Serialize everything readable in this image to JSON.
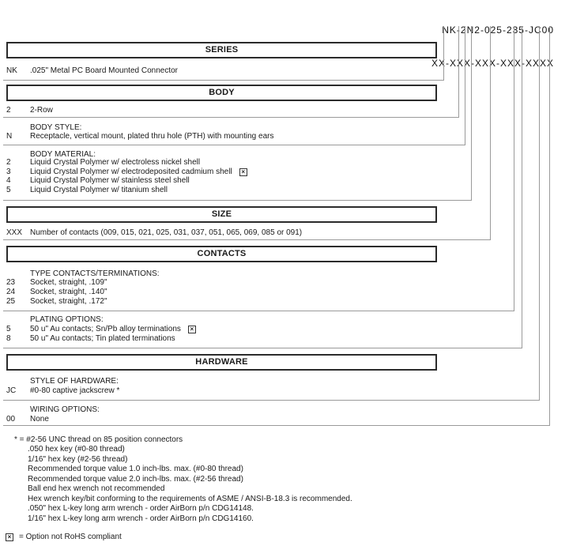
{
  "part_number": {
    "value": "NK-2N2-025-235-JC00",
    "pattern": "XX-XXX-XXX-XXX-XXXX"
  },
  "icons": {
    "not_rohs_glyph": "×"
  },
  "colors": {
    "line": "#9a9a9a",
    "box_border": "#2b2b2b",
    "text": "#1a1a1a"
  },
  "series": {
    "header": "SERIES",
    "code": "NK",
    "desc": ".025\" Metal PC Board Mounted Connector"
  },
  "body": {
    "header": "BODY",
    "row_code": "2",
    "row_desc": "2-Row",
    "style_title": "BODY STYLE:",
    "style_code": "N",
    "style_desc": "Receptacle, vertical mount, plated thru hole (PTH) with mounting ears",
    "material_title": "BODY MATERIAL:",
    "materials": [
      {
        "code": "2",
        "desc": "Liquid Crystal Polymer w/ electroless nickel shell",
        "not_rohs": false
      },
      {
        "code": "3",
        "desc": "Liquid Crystal Polymer w/ electrodeposited cadmium shell",
        "not_rohs": true
      },
      {
        "code": "4",
        "desc": "Liquid Crystal Polymer w/ stainless steel shell",
        "not_rohs": false
      },
      {
        "code": "5",
        "desc": "Liquid Crystal Polymer w/ titanium shell",
        "not_rohs": false
      }
    ]
  },
  "size": {
    "header": "SIZE",
    "code": "XXX",
    "desc": "Number of contacts (009, 015, 021, 025, 031, 037, 051, 065, 069, 085 or 091)"
  },
  "contacts": {
    "header": "CONTACTS",
    "type_title": "TYPE CONTACTS/TERMINATIONS:",
    "types": [
      {
        "code": "23",
        "desc": "Socket, straight, .109\""
      },
      {
        "code": "24",
        "desc": "Socket, straight, .140\""
      },
      {
        "code": "25",
        "desc": "Socket, straight, .172\""
      }
    ],
    "plating_title": "PLATING OPTIONS:",
    "platings": [
      {
        "code": "5",
        "desc": "50 u\" Au contacts; Sn/Pb alloy terminations",
        "not_rohs": true
      },
      {
        "code": "8",
        "desc": "50 u\" Au contacts; Tin plated terminations",
        "not_rohs": false
      }
    ]
  },
  "hardware": {
    "header": "HARDWARE",
    "style_title": "STYLE OF HARDWARE:",
    "style_code": "JC",
    "style_desc": "#0-80 captive jackscrew *",
    "wiring_title": "WIRING OPTIONS:",
    "wiring_code": "00",
    "wiring_desc": "None"
  },
  "footnotes": [
    "* = #2-56 UNC thread on 85 position connectors",
    ".050 hex key (#0-80 thread)",
    "1/16\" hex key (#2-56 thread)",
    "Recommended torque value 1.0 inch-lbs. max. (#0-80 thread)",
    "Recommended torque value 2.0 inch-lbs. max. (#2-56 thread)",
    "Ball end hex wrench not recommended",
    "Hex wrench key/bit conforming to the requirements of ASME / ANSI-B-18.3 is recommended.",
    ".050\" hex L-key long arm wrench - order AirBorn p/n CDG14148.",
    "1/16\" hex L-key long arm wrench - order AirBorn p/n CDG14160."
  ],
  "rohs_note": "= Option not RoHS compliant"
}
